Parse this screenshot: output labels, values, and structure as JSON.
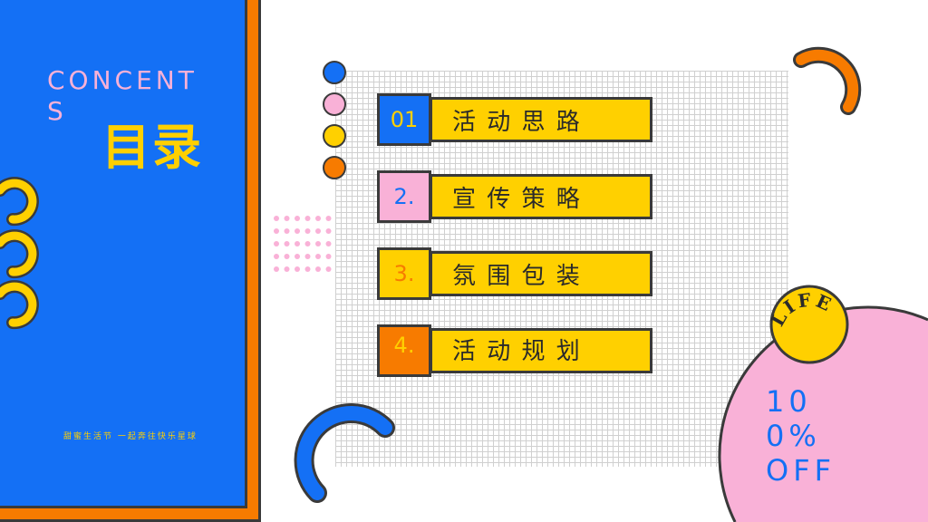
{
  "cover": {
    "title_en": "CONCENTS",
    "title_cn": "目录",
    "footer": "甜蜜生活节 一起奔往快乐星球"
  },
  "items": [
    {
      "number": "01",
      "label": "活 动 思 路",
      "box_color": "#1470f5",
      "number_color": "#ffd000"
    },
    {
      "number": "2.",
      "label": "宣  传 策 略",
      "box_color": "#f9b1d7",
      "number_color": "#1470f5"
    },
    {
      "number": "3.",
      "label": "氛  围 包 装",
      "box_color": "#ffd000",
      "number_color": "#f77b00"
    },
    {
      "number": "4.",
      "label": "活  动 规 划",
      "box_color": "#f77b00",
      "number_color": "#ffd000"
    }
  ],
  "badge": {
    "label": "LIFE",
    "discount": "100%OFF"
  },
  "colors": {
    "blue": "#1470f5",
    "orange": "#f77b00",
    "yellow": "#ffd000",
    "pink": "#f9b1d7",
    "outline": "#3a3a3a"
  }
}
